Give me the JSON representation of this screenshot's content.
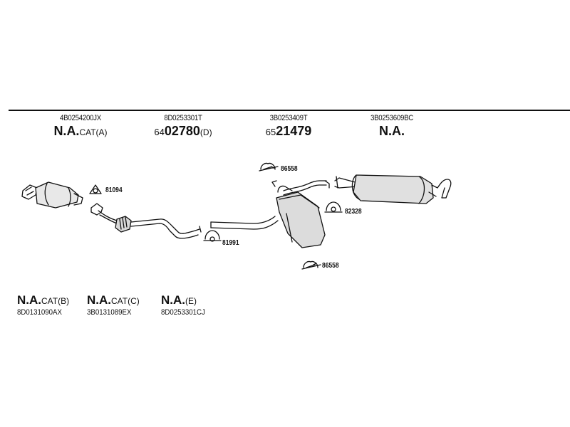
{
  "header": [
    {
      "part_number": "4B0254200JX",
      "label_bold": "N.A.",
      "label_suffix": "CAT(A)"
    },
    {
      "part_number": "8D0253301T",
      "prefix": "64",
      "label_bold": "02780",
      "label_suffix": "(D)"
    },
    {
      "part_number": "3B0253409T",
      "prefix": "65",
      "label_bold": "21479",
      "label_suffix": ""
    },
    {
      "part_number": "3B0253609BC",
      "label_bold": "N.A.",
      "label_suffix": ""
    }
  ],
  "bottom": [
    {
      "label_bold": "N.A.",
      "label_suffix": "CAT(B)",
      "part_number": "8D0131090AX"
    },
    {
      "label_bold": "N.A.",
      "label_suffix": "CAT(C)",
      "part_number": "3B0131089EX"
    },
    {
      "label_bold": "N.A.",
      "label_suffix": "(E)",
      "part_number": "8D0253301CJ"
    }
  ],
  "callouts": {
    "clamp_front": "81094",
    "clamp_mid": "81991",
    "hanger_top": "86558",
    "hanger_bottom": "86558",
    "clamp_rear": "82328"
  }
}
